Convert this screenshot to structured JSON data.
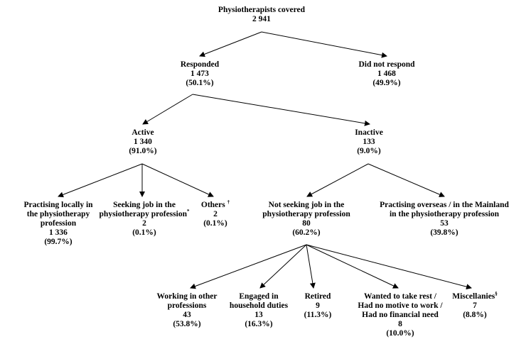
{
  "nodes": {
    "covered": {
      "label": "Physiotherapists covered",
      "count": "2 941"
    },
    "responded": {
      "label": "Responded",
      "count": "1 473",
      "pct": "(50.1%)"
    },
    "not_respond": {
      "label": "Did not respond",
      "count": "1 468",
      "pct": "(49.9%)"
    },
    "active": {
      "label": "Active",
      "count": "1 340",
      "pct": "(91.0%)"
    },
    "inactive": {
      "label": "Inactive",
      "count": "133",
      "pct": "(9.0%)"
    },
    "practising_local": {
      "label1": "Practising locally in",
      "label2": "the physiotherapy",
      "label3": "profession",
      "count": "1 336",
      "pct": "(99.7%)"
    },
    "seeking_job": {
      "label1": "Seeking job in the",
      "label2": "physiotherapy profession",
      "mark": "*",
      "count": "2",
      "pct": "(0.1%)"
    },
    "others": {
      "label": "Others",
      "mark": "†",
      "count": "2",
      "pct": "(0.1%)"
    },
    "not_seeking": {
      "label1": "Not seeking job in the",
      "label2": "physiotherapy profession",
      "count": "80",
      "pct": "(60.2%)"
    },
    "overseas": {
      "label1": "Practising overseas / in the Mainland",
      "label2": "in the physiotherapy profession",
      "count": "53",
      "pct": "(39.8%)"
    },
    "other_prof": {
      "label1": "Working in other",
      "label2": "professions",
      "count": "43",
      "pct": "(53.8%)"
    },
    "household": {
      "label1": "Engaged in",
      "label2": "household duties",
      "count": "13",
      "pct": "(16.3%)"
    },
    "retired": {
      "label": "Retired",
      "count": "9",
      "pct": "(11.3%)"
    },
    "rest": {
      "label1": "Wanted to take rest /",
      "label2": "Had no motive to work /",
      "label3": "Had no financial need",
      "count": "8",
      "pct": "(10.0%)"
    },
    "misc": {
      "label": "Miscellanies",
      "mark": "§",
      "count": "7",
      "pct": "(8.8%)"
    }
  }
}
